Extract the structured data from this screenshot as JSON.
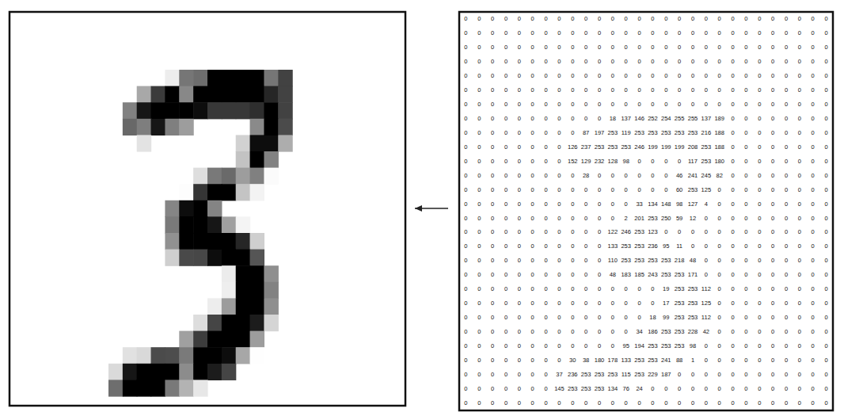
{
  "diagram": {
    "labels": [
      "0",
      "0",
      "0",
      "0",
      "0",
      "0",
      "0",
      "0",
      "0",
      "0",
      "0",
      "0",
      "0",
      "0",
      "0",
      "0",
      "0",
      "0",
      "0",
      "0",
      "0",
      "0",
      "0",
      "0",
      "0",
      "0",
      "0",
      "0",
      "0",
      "0",
      "0",
      "0",
      "0",
      "0",
      "0",
      "0",
      "0",
      "0",
      "0",
      "0",
      "0",
      "0",
      "0",
      "0",
      "0",
      "0",
      "0",
      "0",
      "0",
      "0",
      "0",
      "0",
      "0",
      "0",
      "0",
      "0",
      "0",
      "0",
      "0",
      "0",
      "0",
      "0",
      "0",
      "0",
      "0",
      "0",
      "0",
      "0",
      "0",
      "0",
      "0",
      "0",
      "0",
      "0",
      "0",
      "0",
      "0",
      "0",
      "0",
      "0",
      "0",
      "0",
      "0",
      "0",
      "0",
      "0",
      "0",
      "0",
      "0",
      "0",
      "0",
      "0",
      "0",
      "0",
      "0",
      "0",
      "0",
      "0",
      "0",
      "0",
      "0",
      "0",
      "0",
      "0",
      "0",
      "0",
      "0",
      "0",
      "0",
      "0",
      "0",
      "0",
      "0",
      "0",
      "0",
      "0",
      "0",
      "0",
      "0",
      "0",
      "0",
      "0",
      "0",
      "0",
      "0",
      "0",
      "0",
      "0",
      "0",
      "0",
      "0",
      "0",
      "0",
      "0",
      "0",
      "0",
      "0",
      "0",
      "0",
      "0",
      "0",
      "0",
      "0",
      "0",
      "0",
      "0",
      "0",
      "0",
      "0",
      "0",
      "0",
      "0",
      "0",
      "0",
      "0",
      "0",
      "0",
      "0",
      "0",
      "0",
      "0",
      "0",
      "0",
      "0",
      "0",
      "0",
      "0",
      "0",
      "0",
      "0",
      "0",
      "0",
      "0",
      "0",
      "0",
      "0",
      "0",
      "0",
      "0",
      "0",
      "0",
      "0",
      "0",
      "0",
      "0",
      "0",
      "0",
      "0",
      "0",
      "0",
      "0",
      "0",
      "0",
      "0",
      "0",
      "0",
      "0",
      "0",
      "0",
      "0",
      "0",
      "0",
      "0",
      "0",
      "0",
      "0",
      "0",
      "18",
      "137",
      "146",
      "252",
      "254",
      "255",
      "255",
      "137",
      "189",
      "0",
      "0",
      "0",
      "0",
      "0",
      "0",
      "0",
      "0",
      "0",
      "0",
      "0",
      "0",
      "0",
      "0",
      "0",
      "0",
      "0",
      "87",
      "197",
      "253",
      "119",
      "253",
      "253",
      "253",
      "253",
      "253",
      "216",
      "188",
      "0",
      "0",
      "0",
      "0",
      "0",
      "0",
      "0",
      "0",
      "0",
      "0",
      "0",
      "0",
      "0",
      "0",
      "0",
      "0",
      "126",
      "237",
      "253",
      "253",
      "253",
      "246",
      "199",
      "199",
      "199",
      "208",
      "253",
      "188",
      "0",
      "0",
      "0",
      "0",
      "0",
      "0",
      "0",
      "0",
      "0",
      "0",
      "0",
      "0",
      "0",
      "0",
      "0",
      "0",
      "152",
      "129",
      "232",
      "128",
      "98",
      "0",
      "0",
      "0",
      "0",
      "117",
      "253",
      "180",
      "0",
      "0",
      "0",
      "0",
      "0",
      "0",
      "0",
      "0",
      "0",
      "0",
      "0",
      "0",
      "0",
      "0",
      "0",
      "0",
      "0",
      "28",
      "0",
      "0",
      "0",
      "0",
      "0",
      "0",
      "46",
      "241",
      "245",
      "82",
      "0",
      "0",
      "0",
      "0",
      "0",
      "0",
      "0",
      "0",
      "0",
      "0",
      "0",
      "0",
      "0",
      "0",
      "0",
      "0",
      "0",
      "0",
      "0",
      "0",
      "0",
      "0",
      "0",
      "0",
      "60",
      "253",
      "125",
      "0",
      "0",
      "0",
      "0",
      "0",
      "0",
      "0",
      "0",
      "0",
      "0",
      "0",
      "0",
      "0",
      "0",
      "0",
      "0",
      "0",
      "0",
      "0",
      "0",
      "0",
      "0",
      "33",
      "134",
      "148",
      "98",
      "127",
      "4",
      "0",
      "0",
      "0",
      "0",
      "0",
      "0",
      "0",
      "0",
      "0",
      "0",
      "0",
      "0",
      "0",
      "0",
      "0",
      "0",
      "0",
      "0",
      "0",
      "0",
      "0",
      "2",
      "201",
      "253",
      "250",
      "59",
      "12",
      "0",
      "0",
      "0",
      "0",
      "0",
      "0",
      "0",
      "0",
      "0",
      "0",
      "0",
      "0",
      "0",
      "0",
      "0",
      "0",
      "0",
      "0",
      "0",
      "0",
      "0",
      "122",
      "246",
      "253",
      "123",
      "0",
      "0",
      "0",
      "0",
      "0",
      "0",
      "0",
      "0",
      "0",
      "0",
      "0",
      "0",
      "0",
      "0",
      "0",
      "0",
      "0",
      "0",
      "0",
      "0",
      "0",
      "0",
      "0",
      "0",
      "133",
      "253",
      "253",
      "236",
      "95",
      "11",
      "0",
      "0",
      "0",
      "0",
      "0",
      "0",
      "0",
      "0",
      "0",
      "0",
      "0",
      "0",
      "0",
      "0",
      "0",
      "0",
      "0",
      "0",
      "0",
      "0",
      "0",
      "0",
      "110",
      "253",
      "253",
      "253",
      "253",
      "218",
      "48",
      "0",
      "0",
      "0",
      "0",
      "0",
      "0",
      "0",
      "0",
      "0",
      "0",
      "0",
      "0",
      "0",
      "0",
      "0",
      "0",
      "0",
      "0",
      "0",
      "0",
      "0",
      "48",
      "183",
      "185",
      "243",
      "253",
      "253",
      "171",
      "0",
      "0",
      "0",
      "0",
      "0",
      "0",
      "0",
      "0",
      "0",
      "0",
      "0",
      "0",
      "0",
      "0",
      "0",
      "0",
      "0",
      "0",
      "0",
      "0",
      "0",
      "0",
      "0",
      "0",
      "0",
      "19",
      "253",
      "253",
      "112",
      "0",
      "0",
      "0",
      "0",
      "0",
      "0",
      "0",
      "0",
      "0",
      "0",
      "0",
      "0",
      "0",
      "0",
      "0",
      "0",
      "0",
      "0",
      "0",
      "0",
      "0",
      "0",
      "0",
      "0",
      "17",
      "253",
      "253",
      "125",
      "0",
      "0",
      "0",
      "0",
      "0",
      "0",
      "0",
      "0",
      "0",
      "0",
      "0",
      "0",
      "0",
      "0",
      "0",
      "0",
      "0",
      "0",
      "0",
      "0",
      "0",
      "0",
      "0",
      "18",
      "99",
      "253",
      "253",
      "112",
      "0",
      "0",
      "0",
      "0",
      "0",
      "0",
      "0",
      "0",
      "0",
      "0",
      "0",
      "0",
      "0",
      "0",
      "0",
      "0",
      "0",
      "0",
      "0",
      "0",
      "0",
      "0",
      "34",
      "186",
      "253",
      "253",
      "228",
      "42",
      "0",
      "0",
      "0",
      "0",
      "0",
      "0",
      "0",
      "0",
      "0",
      "0",
      "0",
      "0",
      "0",
      "0",
      "0",
      "0",
      "0",
      "0",
      "0",
      "0",
      "0",
      "95",
      "194",
      "253",
      "253",
      "253",
      "98",
      "0",
      "0",
      "0",
      "0",
      "0",
      "0",
      "0",
      "0",
      "0",
      "0",
      "0",
      "0",
      "0",
      "0",
      "0",
      "0",
      "0",
      "0",
      "30",
      "38",
      "180",
      "178",
      "133",
      "253",
      "253",
      "241",
      "88",
      "1",
      "0",
      "0",
      "0",
      "0",
      "0",
      "0",
      "0",
      "0",
      "0",
      "0",
      "0",
      "0",
      "0",
      "0",
      "0",
      "0",
      "0",
      "37",
      "236",
      "253",
      "253",
      "253",
      "115",
      "253",
      "229",
      "187",
      "0",
      "0",
      "0",
      "0",
      "0",
      "0",
      "0",
      "0",
      "0",
      "0",
      "0",
      "0",
      "0",
      "0",
      "0",
      "0",
      "0",
      "0",
      "0",
      "145",
      "253",
      "253",
      "253",
      "134",
      "76",
      "24",
      "0",
      "0",
      "0",
      "0",
      "0",
      "0",
      "0",
      "0",
      "0",
      "0",
      "0",
      "0",
      "0",
      "0",
      "0",
      "0",
      "0",
      "0",
      "0",
      "0",
      "0",
      "0",
      "0",
      "0",
      "0",
      "0",
      "0",
      "0",
      "0",
      "0",
      "0",
      "0",
      "0",
      "0",
      "0",
      "0",
      "0",
      "0",
      "0",
      "0",
      "0",
      "0"
    ]
  }
}
